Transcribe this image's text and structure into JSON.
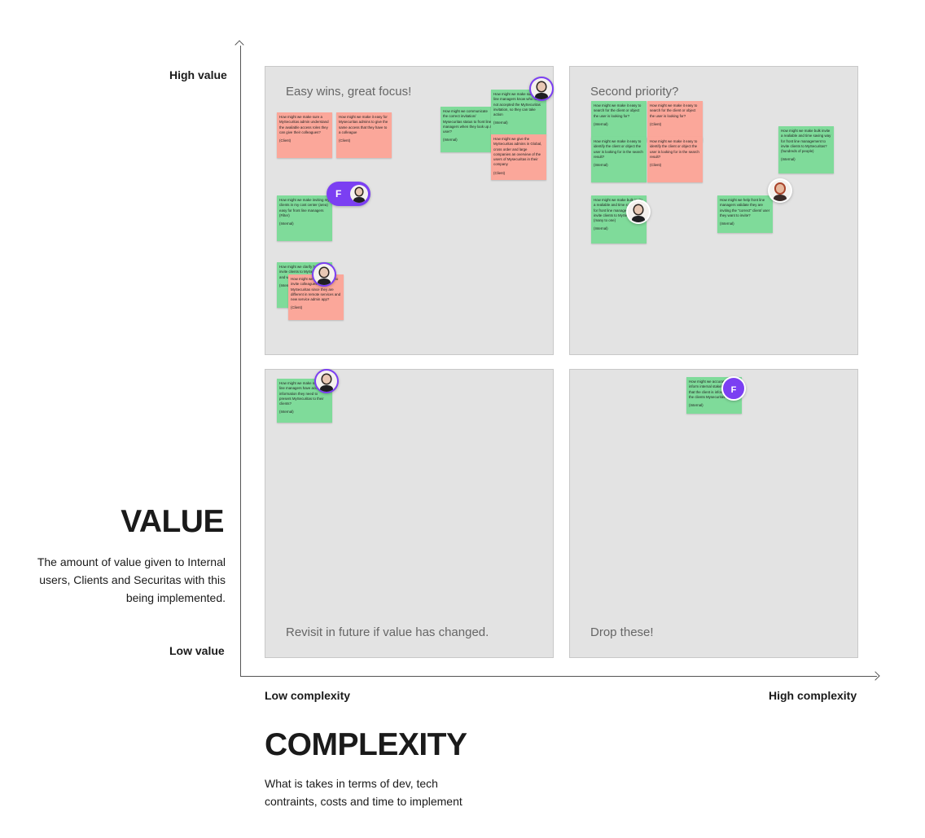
{
  "axes": {
    "high_value": "High value",
    "low_value": "Low value",
    "low_complexity": "Low complexity",
    "high_complexity": "High complexity"
  },
  "value": {
    "title": "VALUE",
    "description": "The amount of value given to Internal users, Clients and Securitas with this being implemented."
  },
  "complexity": {
    "title": "COMPLEXITY",
    "description": "What is takes in terms of dev, tech contraints, costs and time to implement"
  },
  "quadrants": {
    "top_left": "Easy wins, great focus!",
    "top_right": "Second priority?",
    "bottom_left": "Revisit in future if value has changed.",
    "bottom_right": "Drop these!"
  },
  "notes": [
    {
      "text": "How might we make sure a MySecuritas admin understand the available access roles they can give their colleagues?",
      "tag": "(Client)"
    },
    {
      "text": "How might we make it easy for Mysecuritas admins to give the same access that they have to a colleague",
      "tag": "(Client)"
    },
    {
      "text": "How might we communicate the correct invitation/ Mysecuritas status to front line managers when they look up a user?",
      "tag": "(Internal)"
    },
    {
      "text": "How might we make sure front line managers know who has not accepted the MySecuritas invitation, so they can take action",
      "tag": "(Internal)"
    },
    {
      "text": "How might we give the MySecuritas admins in Global, cross order and large companies an overview of the users of Mysecuritas in their company",
      "tag": "(Client)"
    },
    {
      "text": "How might we make inviting my clients in my cost center (area) easy for front line managers (Filter)",
      "tag": "(Internal)"
    },
    {
      "text": "How might we clarify how to invite clients to MySecuritas and what is the same",
      "tag": "(Internal)"
    },
    {
      "text": "How might we make it easy to invite colleagues to MySecuritas since they are different in remote services and new service admin app?",
      "tag": "(Client)"
    },
    {
      "text": "How might we make it easy to search for the client or object the user is looking for?",
      "tag": "(Internal)"
    },
    {
      "text": "How might we make it easy to search for the client or object the user is looking for?",
      "tag": "(Client)"
    },
    {
      "text": "How might we make it easy to identify the client or object the user is looking for in the search result?",
      "tag": "(Internal)"
    },
    {
      "text": "How might we make it easy to identify the client or object the user is looking for in the search result?",
      "tag": "(Client)"
    },
    {
      "text": "How might we make bulk invite a realiable and time saving way for front line management to invite clients to MySecuritas? (hundreds of people)",
      "tag": "(Internal)"
    },
    {
      "text": "How might we make bulk invite a realiable and time saving way for front line management to invite clients to MySecuritas? (many to one)",
      "tag": "(Internal)"
    },
    {
      "text": "How might we help front line managers validate they are inviting the \"correct\" client/ user they want to invite?",
      "tag": "(Internal)"
    },
    {
      "text": "How might we make sure front line managers have access to information they need to present MySecuritas to their clients?",
      "tag": "(Internal)"
    },
    {
      "text": "How might we accurately inform internal stakeholders that the client is informed about the clients Mysecuritas",
      "tag": "(Internal)"
    }
  ],
  "avatars": {
    "initial": "F"
  },
  "colors": {
    "note_green": "#7fdb9a",
    "note_red": "#fba79a",
    "avatar_purple": "#7b3ff2",
    "quadrant_bg": "#e3e3e3"
  }
}
